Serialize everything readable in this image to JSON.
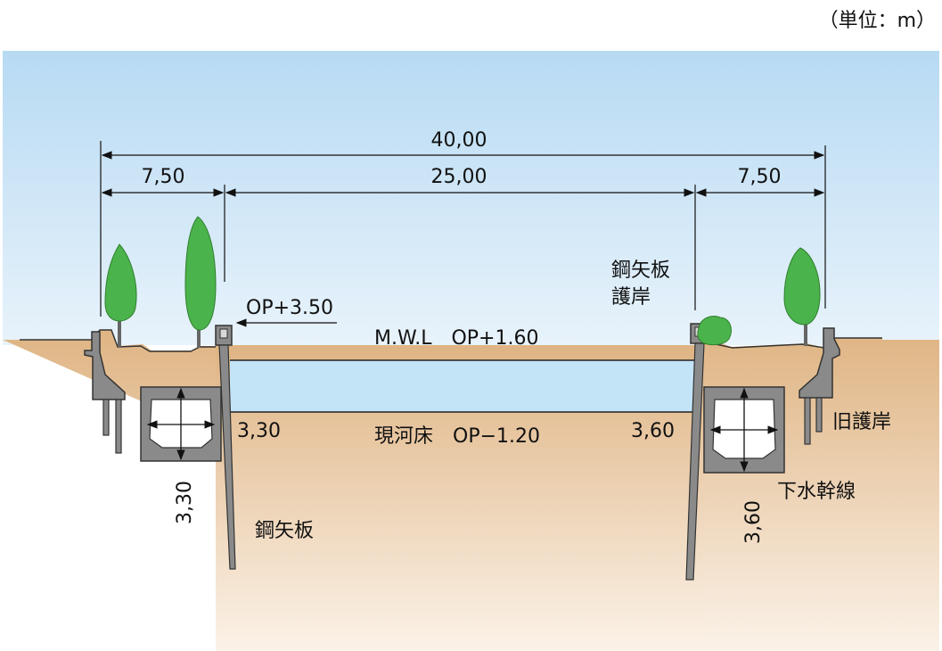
{
  "unit_label": "（単位：m）",
  "dimensions": {
    "total_width": "40,00",
    "left_berm": "7,50",
    "channel_width": "25,00",
    "right_berm": "7,50",
    "left_pile_depth": "3,30",
    "left_culvert_depth": "3,30",
    "right_pile_depth": "3,60",
    "right_culvert_depth": "3,60"
  },
  "levels": {
    "top_level": "OP+3.50",
    "water_level": "M.W.L　OP+1.60",
    "river_bed": "現河床　OP−1.20"
  },
  "labels": {
    "sheet_pile_revetment_line1": "鋼矢板",
    "sheet_pile_revetment_line2": "護岸",
    "old_revetment": "旧護岸",
    "sewer_trunk": "下水幹線",
    "sheet_pile": "鋼矢板"
  },
  "colors": {
    "sky_top": "#bcdcf3",
    "sky_bottom": "#e6f2fb",
    "soil_top": "#e2b98c",
    "soil_bottom": "#faf0e4",
    "water": "#c3e3f6",
    "concrete": "#8a8a8a",
    "tree": "#4bb34b"
  }
}
